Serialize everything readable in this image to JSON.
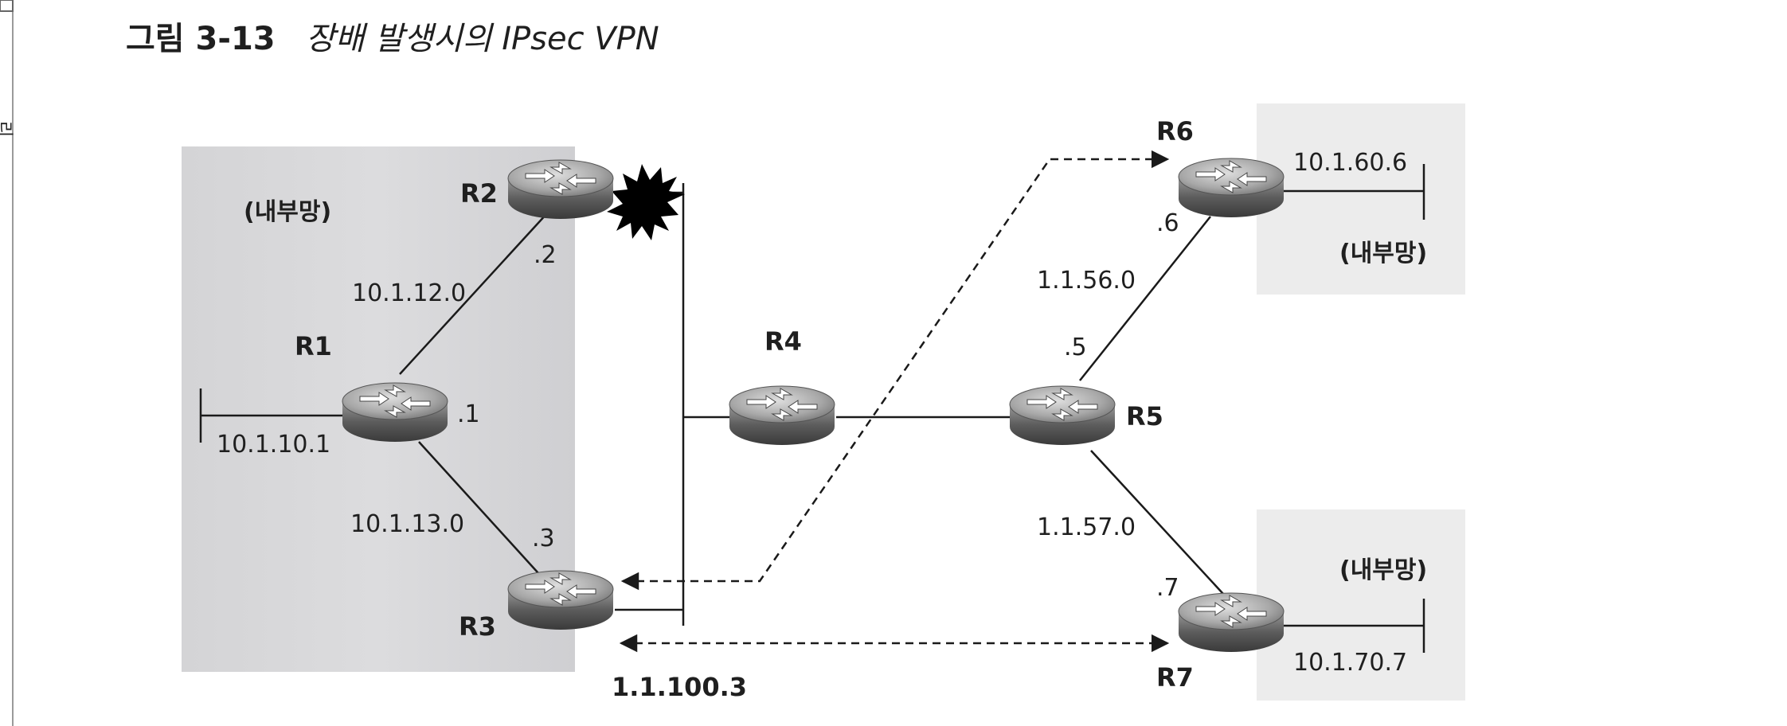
{
  "figure": {
    "number": "그림 3-13",
    "caption": "장배 발생시의 IPsec VPN",
    "margin_mark": "리"
  },
  "routers": {
    "r1": "R1",
    "r2": "R2",
    "r3": "R3",
    "r4": "R4",
    "r5": "R5",
    "r6": "R6",
    "r7": "R7"
  },
  "areas": {
    "left_internal": "(내부망)",
    "r6_internal": "(내부망)",
    "r7_internal": "(내부망)"
  },
  "networks": {
    "r1_r2": "10.1.12.0",
    "r1_r3": "10.1.13.0",
    "r5_r6": "1.1.56.0",
    "r5_r7": "1.1.57.0",
    "r1_lan": "10.1.10.1",
    "r6_lan": "10.1.60.6",
    "r7_lan": "10.1.70.7",
    "r3_public": "1.1.100.3"
  },
  "interfaces": {
    "r1": ".1",
    "r2": ".2",
    "r3": ".3",
    "r5": ".5",
    "r6": ".6",
    "r7": ".7"
  },
  "colors": {
    "internal_area_left": "#d7d7d9",
    "internal_area_right": "#ececec",
    "router_body": "#6e6e6e",
    "line": "#1a1a1a",
    "failure_burst": "#000000"
  }
}
